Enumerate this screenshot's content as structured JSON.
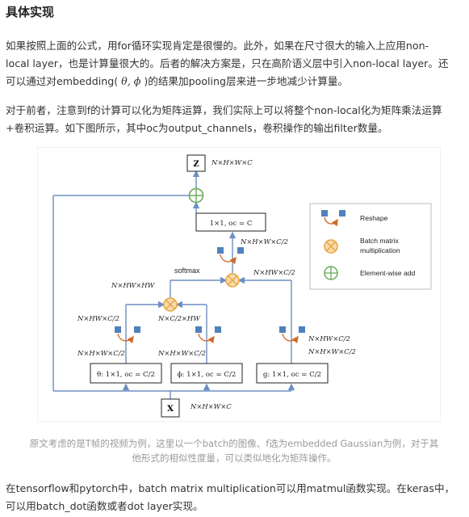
{
  "heading": "具体实现",
  "para1": {
    "line1": "如果按照上面的公式，用for循环实现肯定是很慢的。此外，如果在尺寸很大的输入上应用non-",
    "line2": "local layer，也是计算量很大的。后者的解决方案是，只在高阶语义层中引入non-local layer。还",
    "line3a": "可以通过对embedding(",
    "math": "θ, ϕ",
    "line3b": ")的结果加pooling层来进一步地减少计算量。"
  },
  "para2": {
    "line1": "对于前者，注意到f的计算可以化为矩阵运算，我们实际上可以将整个non-local化为矩阵乘法运算",
    "line2": "+卷积运算。如下图所示，其中oc为output_channels，卷积操作的输出filter数量。"
  },
  "figure": {
    "z_label": "Z",
    "x_label": "X",
    "z_dim": "N×H×W×C",
    "x_dim": "N×H×W×C",
    "top_conv": "1×1, oc = C",
    "top_conv_dim": "N×H×W×C/2",
    "right_mul_dim": "N×HW×C/2",
    "softmax": "softmax",
    "hw_dim": "N×HW×HW",
    "left_dim": "N×HW×C/2",
    "mid_dim": "N×C/2×HW",
    "theta_in": "N×H×W×C/2",
    "phi_in": "N×H×W×C/2",
    "g_dim1": "N×HW×C/2",
    "g_dim2": "N×H×W×C/2",
    "theta_conv": "θ: 1×1, oc = C/2",
    "phi_conv": "ϕ: 1×1, oc = C/2",
    "g_conv": "g: 1×1, oc = C/2",
    "legend": {
      "reshape": "Reshape",
      "bmm_line1": "Batch matrix",
      "bmm_line2": "multiplication",
      "add": "Element-wise add"
    },
    "colors": {
      "line": "#6d8fc0",
      "node": "#e8a33b",
      "add": "#6aaa5a",
      "arrow": "#cf6a2a",
      "square": "#4f81bd"
    }
  },
  "caption": {
    "line1": "原文考虑的是T帧的视频为例，这里以一个batch的图像、f选为embedded Gaussian为例，对于其",
    "line2": "他形式的相似性度量，可以类似地化为矩阵操作。"
  },
  "para3": {
    "line1": "在tensorflow和pytorch中，batch matrix multiplication可以用matmul函数实现。在keras中，",
    "line2": "可以用batch_dot函数或者dot layer实现。"
  }
}
